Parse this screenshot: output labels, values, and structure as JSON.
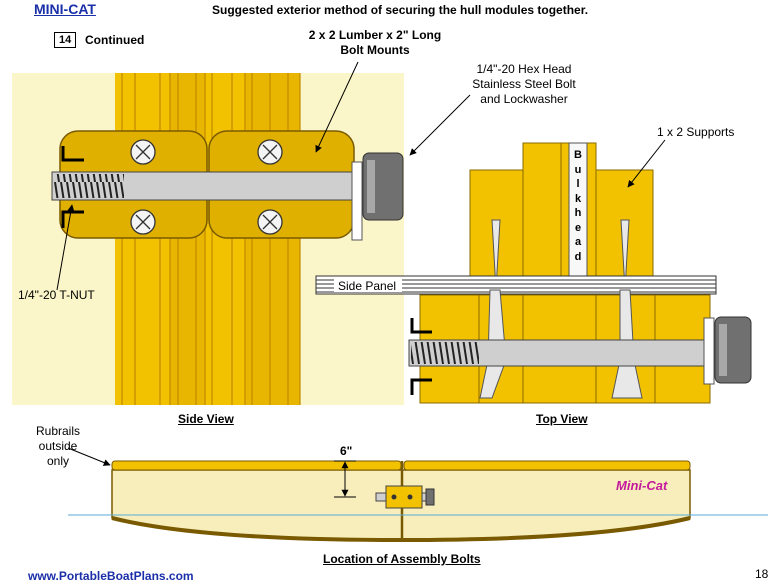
{
  "header": {
    "brand": "MINI-CAT",
    "title": "Suggested exterior method of securing the hull modules together.",
    "step_number": "14",
    "step_label": "Continued"
  },
  "callouts": {
    "lumber_line1": "2 x 2 Lumber x 2\" Long",
    "lumber_line2": "Bolt Mounts",
    "bolt_line1": "1/4\"-20 Hex Head",
    "bolt_line2": "Stainless Steel Bolt",
    "bolt_line3": "and Lockwasher",
    "supports": "1 x 2 Supports",
    "tnut": "1/4\"-20 T-NUT",
    "side_panel": "Side Panel",
    "bulkhead_letters": [
      "B",
      "u",
      "l",
      "k",
      "h",
      "e",
      "a",
      "d"
    ],
    "rubrails_line1": "Rubrails",
    "rubrails_line2": "outside",
    "rubrails_line3": "only",
    "dimension": "6\"",
    "boat_name": "Mini-Cat"
  },
  "captions": {
    "side_view": "Side View",
    "top_view": "Top View",
    "location": "Location of Assembly Bolts"
  },
  "footer": {
    "url": "www.PortableBoatPlans.com",
    "page": "18"
  },
  "colors": {
    "wood": "#f2c200",
    "wood_dark": "#d9a400",
    "mount": "#e0b000",
    "background_panel": "#fbf6c9",
    "hull": "#f7eebb",
    "waterline": "#5aaad8",
    "brand_blue": "#1a2fa8",
    "mini_cat_label": "#c4189e"
  }
}
